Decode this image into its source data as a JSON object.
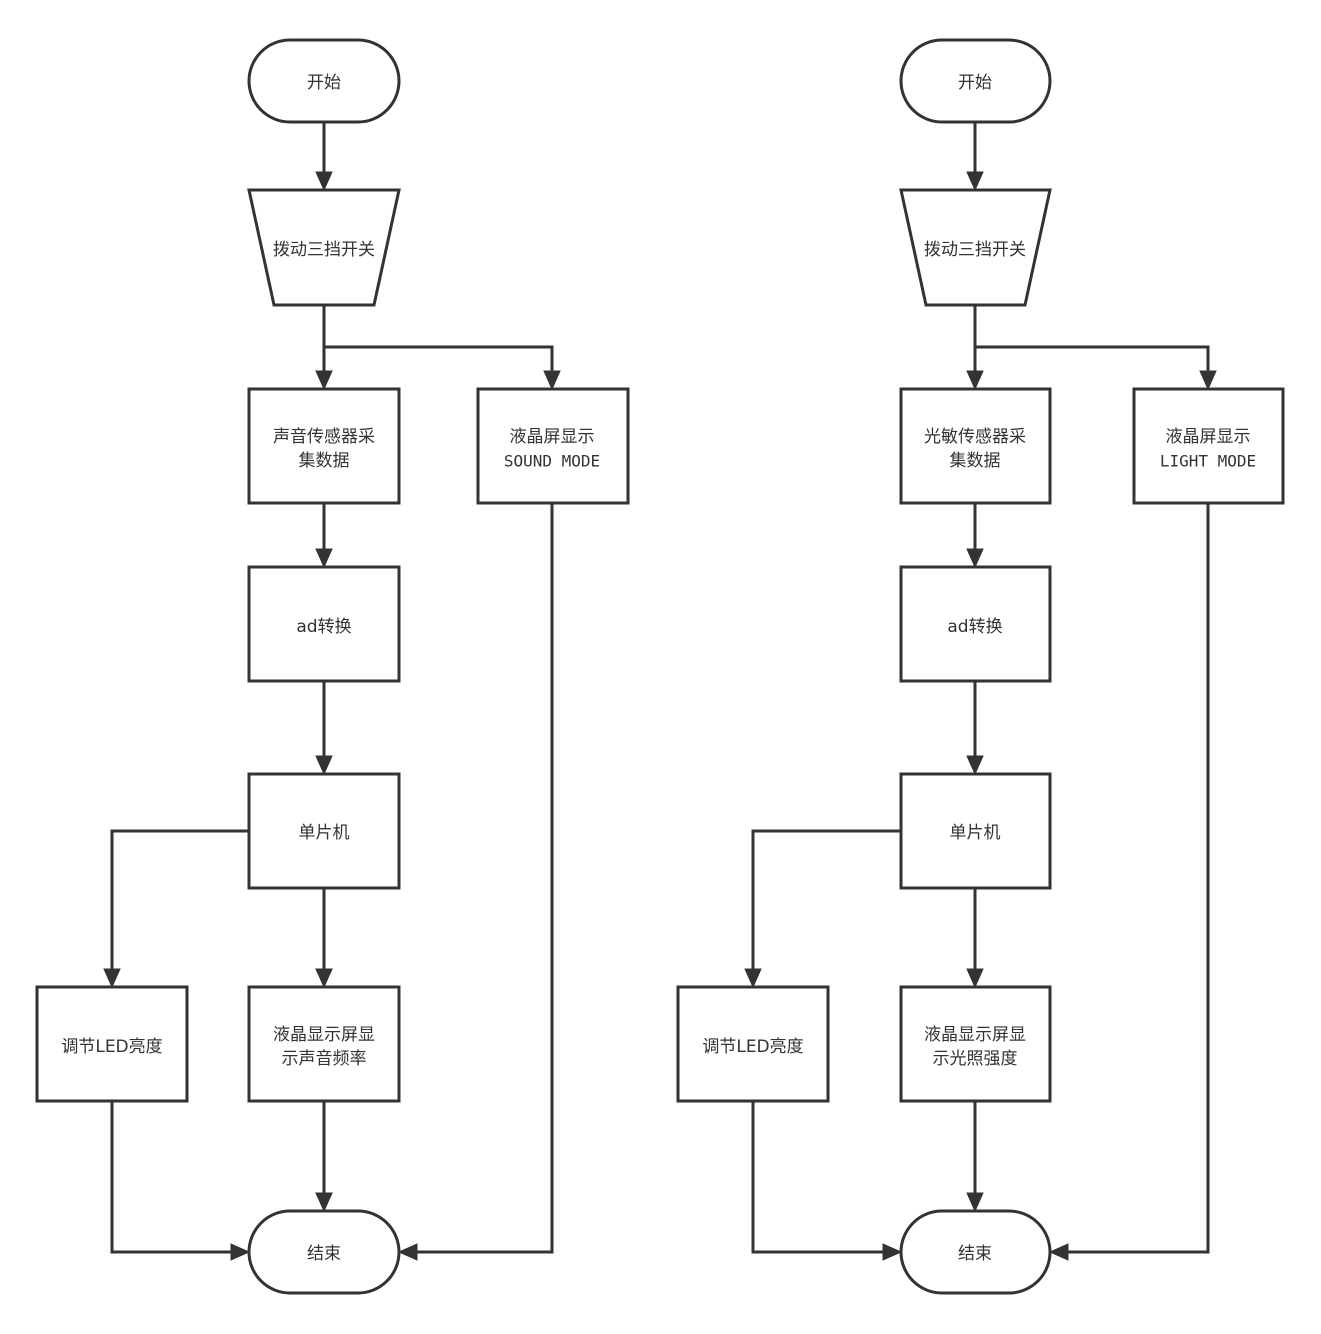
{
  "diagram": {
    "left": {
      "start": "开始",
      "switch": "拨动三挡开关",
      "sensor_line1": "声音传感器采",
      "sensor_line2": "集数据",
      "lcd_mode_line1": "液晶屏显示",
      "lcd_mode_line2": "SOUND MODE",
      "ad": "ad转换",
      "mcu": "单片机",
      "led": "调节LED亮度",
      "lcd_value_line1": "液晶显示屏显",
      "lcd_value_line2": "示声音频率",
      "end": "结束"
    },
    "right": {
      "start": "开始",
      "switch": "拨动三挡开关",
      "sensor_line1": "光敏传感器采",
      "sensor_line2": "集数据",
      "lcd_mode_line1": "液晶屏显示",
      "lcd_mode_line2": "LIGHT MODE",
      "ad": "ad转换",
      "mcu": "单片机",
      "led": "调节LED亮度",
      "lcd_value_line1": "液晶显示屏显",
      "lcd_value_line2": "示光照强度",
      "end": "结束"
    }
  }
}
